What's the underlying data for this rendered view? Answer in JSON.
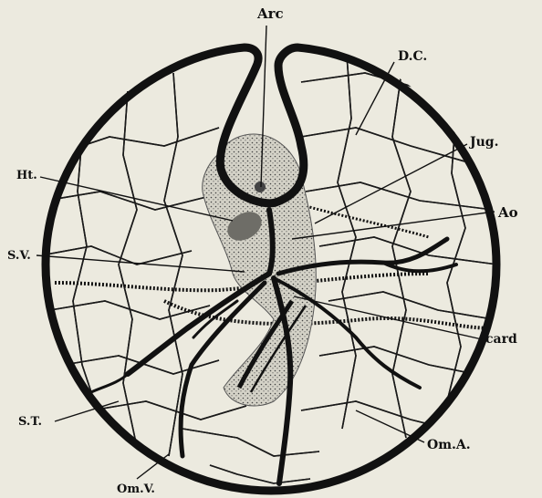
{
  "figure": {
    "background": "#eceadf",
    "ink": "#111111",
    "embryo_fill": "#bdbcb3",
    "heart_fill": "#6e6d67"
  },
  "labels": {
    "arc": "Arc",
    "dc": "D.C.",
    "jug": "Jug.",
    "ht": "Ht.",
    "ao": "Ao",
    "sv": "S.V.",
    "card": "card",
    "st": "S.T.",
    "oma": "Om.A.",
    "omv": "Om.V."
  }
}
